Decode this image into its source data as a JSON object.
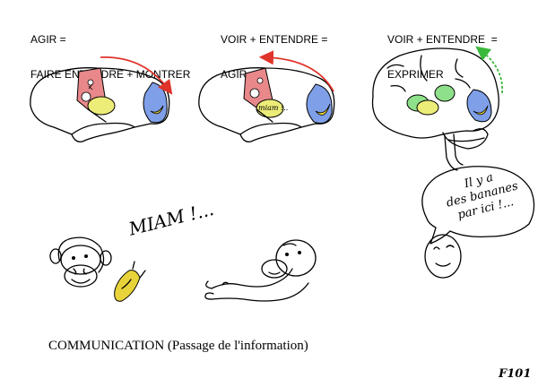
{
  "panels": [
    {
      "caption_line1": "AGIR =",
      "caption_line2": "FAIRE ENTENDRE + MONTRER"
    },
    {
      "caption_line1": "VOIR + ENTENDRE =",
      "caption_line2": "AGIR"
    },
    {
      "caption_line1": "VOIR + ENTENDRE  =",
      "caption_line2": "EXPRIMER"
    }
  ],
  "sound": {
    "text": "MIAM !..."
  },
  "brain_label": {
    "text": "miam !.."
  },
  "speech": {
    "line1": "Il y a",
    "line2": "des bananes",
    "line3": "par ici !..."
  },
  "footer": {
    "title": "COMMUNICATION (Passage de l'information)",
    "figure_ref": "F101"
  },
  "colors": {
    "motor_area": "#e8888a",
    "visual_area": "#7f9fe8",
    "auditory_area": "#ecec78",
    "expression_area": "#8fe08a",
    "arrow_red": "#e0332a",
    "arrow_green": "#3ab83a",
    "banana": "#e8d43a"
  }
}
